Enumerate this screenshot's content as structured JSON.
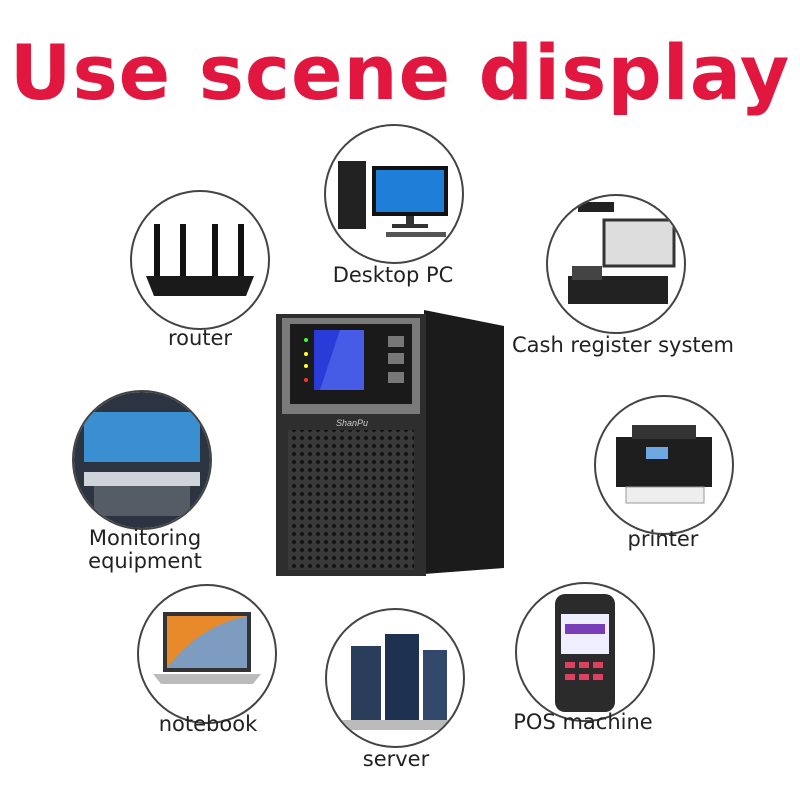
{
  "title": "Use scene display",
  "scenes": [
    {
      "label": "Desktop PC"
    },
    {
      "label": "router"
    },
    {
      "label": "Cash register system"
    },
    {
      "label": "Monitoring equipment"
    },
    {
      "label": "printer"
    },
    {
      "label": "notebook"
    },
    {
      "label": "server"
    },
    {
      "label": "POS machine"
    }
  ],
  "product": {
    "brand": "ShanPu",
    "color": "#2b2b2b",
    "screen_color": "#2a3cd8"
  },
  "colors": {
    "title": "#e2173f"
  }
}
